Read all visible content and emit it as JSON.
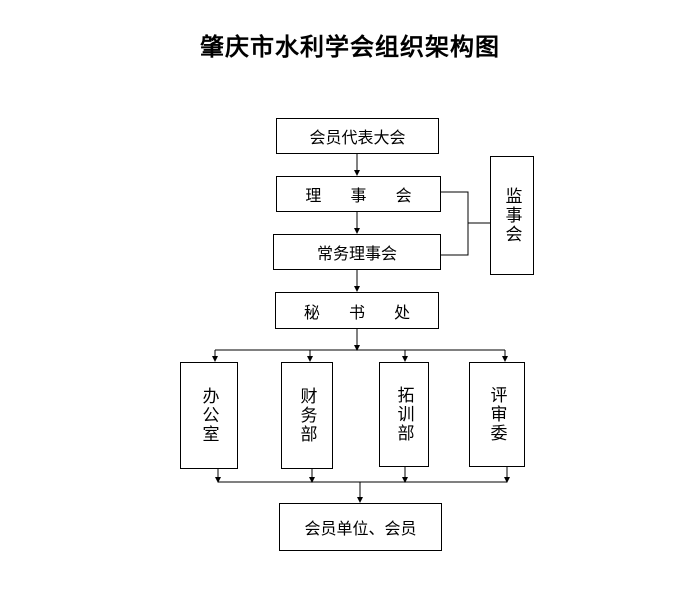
{
  "title": "肇庆市水利学会组织架构图",
  "nodes": {
    "congress": "会员代表大会",
    "council": "理 事 会",
    "standing_council": "常务理事会",
    "supervisors": "监事会",
    "secretariat": "秘 书 处",
    "office": "办公室",
    "finance": "财务部",
    "expansion": "拓训部",
    "review": "评审委",
    "members": "会员单位、会员"
  }
}
